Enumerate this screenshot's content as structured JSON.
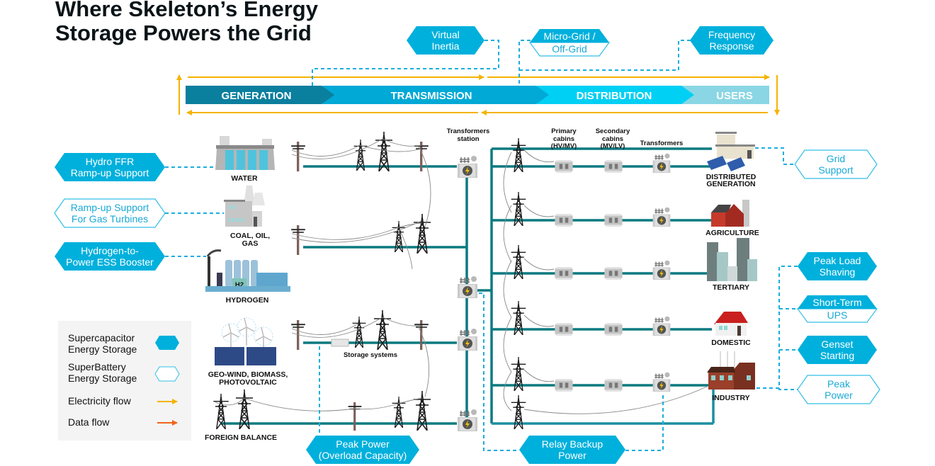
{
  "title": {
    "line1": "Where Skeleton’s Energy",
    "line2": "Storage Powers the Grid"
  },
  "colors": {
    "supercapacitor": "#00b0dc",
    "superbattery_outline": "#33bfe6",
    "grid_line": "#0b7a80",
    "electricity_flow": "#f5b300",
    "data_flow": "#f06418",
    "data_link": "#1aaedc",
    "stage_generation": "#0b7f9e",
    "stage_transmission": "#00a9d6",
    "stage_distribution": "#00d0f4",
    "stage_users": "#8ad6e4",
    "legend_bg": "#f4f4f4"
  },
  "stages": [
    {
      "label": "GENERATION"
    },
    {
      "label": "TRANSMISSION"
    },
    {
      "label": "DISTRIBUTION"
    },
    {
      "label": "USERS"
    }
  ],
  "top_services": [
    {
      "line1": "Virtual",
      "line2": "Inertia",
      "type": "supercapacitor"
    },
    {
      "line1": "Micro-Grid /",
      "line2": "Off-Grid",
      "type": "split"
    },
    {
      "line1": "Frequency",
      "line2": "Response",
      "type": "supercapacitor"
    }
  ],
  "left_services": [
    {
      "line1": "Hydro FFR",
      "line2": "Ramp-up Support",
      "type": "supercapacitor"
    },
    {
      "line1": "Ramp-up Support",
      "line2": "For Gas Turbines",
      "type": "superbattery"
    },
    {
      "line1": "Hydrogen-to-",
      "line2": "Power ESS Booster",
      "type": "supercapacitor"
    }
  ],
  "right_services": [
    {
      "line1": "Grid",
      "line2": "Support",
      "type": "superbattery"
    },
    {
      "line1": "Peak Load",
      "line2": "Shaving",
      "type": "supercapacitor"
    },
    {
      "line1": "Short-Term",
      "line2": "UPS",
      "type": "split"
    },
    {
      "line1": "Genset",
      "line2": "Starting",
      "type": "supercapacitor"
    },
    {
      "line1": "Peak",
      "line2": "Power",
      "type": "superbattery"
    }
  ],
  "bottom_services": [
    {
      "line1": "Peak Power",
      "line2": "(Overload Capacity)",
      "type": "supercapacitor"
    },
    {
      "line1": "Relay Backup",
      "line2": "Power",
      "type": "supercapacitor"
    }
  ],
  "sources": [
    {
      "label": "WATER",
      "icon": "hydro-dam-icon"
    },
    {
      "line1": "COAL, OIL,",
      "line2": "GAS",
      "icon": "power-plant-icon"
    },
    {
      "label": "HYDROGEN",
      "icon": "hydrogen-plant-icon",
      "badge": "H2"
    },
    {
      "line1": "GEO-WIND, BIOMASS,",
      "line2": "PHOTOVOLTAIC",
      "icon": "wind-solar-icon"
    },
    {
      "label": "FOREIGN BALANCE",
      "icon": "pylon-icon"
    }
  ],
  "consumers": [
    {
      "line1": "DISTRIBUTED",
      "line2": "GENERATION",
      "icon": "solar-building-icon"
    },
    {
      "label": "AGRICULTURE",
      "icon": "barn-icon"
    },
    {
      "label": "TERTIARY",
      "icon": "office-towers-icon"
    },
    {
      "label": "DOMESTIC",
      "icon": "house-icon"
    },
    {
      "label": "INDUSTRY",
      "icon": "factory-icon"
    }
  ],
  "equipment_labels": {
    "transformers_station": {
      "line1": "Transformers",
      "line2": "station"
    },
    "primary_cabins": {
      "line1": "Primary",
      "line2": "cabins",
      "line3": "(HV/MV)"
    },
    "secondary_cabins": {
      "line1": "Secondary",
      "line2": "cabins",
      "line3": "(MV/LV)"
    },
    "transformers": "Transformers",
    "storage_systems": "Storage systems"
  },
  "legend": {
    "supercapacitor": {
      "line1": "Supercapacitor",
      "line2": "Energy Storage"
    },
    "superbattery": {
      "line1": "SuperBattery",
      "line2": "Energy Storage"
    },
    "electricity_flow": "Electricity flow",
    "data_flow": "Data flow"
  }
}
